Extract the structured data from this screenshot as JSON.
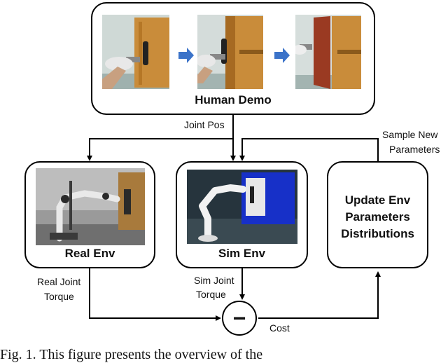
{
  "human_demo": {
    "title": "Human Demo"
  },
  "real_env": {
    "title": "Real Env"
  },
  "sim_env": {
    "title": "Sim Env"
  },
  "update": {
    "line1": "Update Env",
    "line2": "Parameters",
    "line3": "Distributions"
  },
  "edges": {
    "joint_pos": "Joint Pos",
    "sample_new_1": "Sample New",
    "sample_new_2": "Parameters",
    "real_torque_1": "Real Joint",
    "real_torque_2": "Torque",
    "sim_torque_1": "Sim Joint",
    "sim_torque_2": "Torque",
    "cost": "Cost",
    "minus": "−"
  },
  "caption": "Fig. 1.  This figure presents the overview of the",
  "colors": {
    "arrow_blue": "#3b73c9",
    "sim_cabinet": "#1730c8",
    "wood": "#c98c3a"
  }
}
